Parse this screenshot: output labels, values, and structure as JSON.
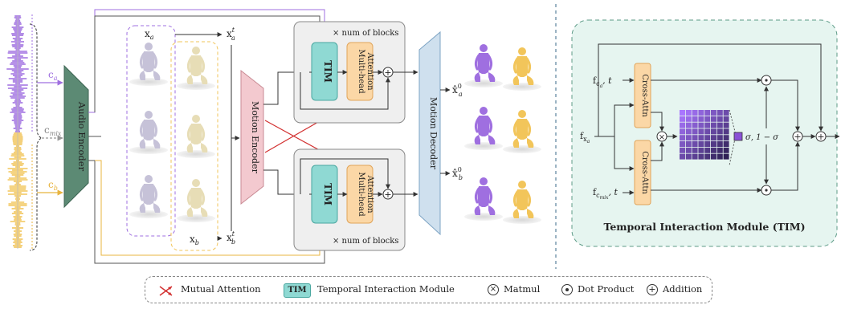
{
  "inputs": {
    "ca": "c",
    "ca_sub": "a",
    "cmix": "c",
    "cmix_sub": "mix",
    "cb": "c",
    "cb_sub": "b"
  },
  "audio_encoder": "Audio Encoder",
  "xa": "x",
  "xa_sub": "a",
  "xb": "x",
  "xb_sub": "b",
  "xat": "x",
  "xat_sub": "a",
  "xat_sup": "t",
  "xbt": "x",
  "xbt_sub": "b",
  "xbt_sup": "t",
  "motion_encoder": "Motion Encoder",
  "motion_decoder": "Motion Decoder",
  "num_blocks_top": "× num of blocks",
  "num_blocks_bottom": "× num of blocks",
  "tim_short": "TIM",
  "mha_line1": "Multi-head",
  "mha_line2": "Attention",
  "xa0": "x̂",
  "xa0_sub": "a",
  "xa0_sup": "0",
  "xb0": "x̂",
  "xb0_sub": "b",
  "xb0_sup": "0",
  "tim_panel": {
    "title": "Temporal  Interaction Module (TIM)",
    "fca": "f",
    "fca_sub": "c",
    "fca_subsub": "a",
    "fca_t": ", t",
    "fx": "f",
    "fx_sub": "x",
    "fx_subsub": "a",
    "fcmix": "f",
    "fcmix_sub": "c",
    "fcmix_subsub": "mix",
    "fcmix_t": ", t",
    "cross_attn_top": "Cross-Attn",
    "cross_attn_bottom": "Cross-Attn",
    "sigma_label": "σ, 1 − σ"
  },
  "legend": {
    "mutual": "Mutual Attention",
    "tim_badge": "TIM",
    "tim": "Temporal  Interaction Module",
    "matmul": "Matmul",
    "dot": "Dot Product",
    "add": "Addition"
  },
  "colors": {
    "purple": "#9f6fe0",
    "yellow": "#f2c55a",
    "teal": "#8fd9d3",
    "orange": "#fbd7a6",
    "encoder_green": "#5c8a74",
    "motion_encoder_pink": "#f3c9cf",
    "decoder_blue": "#cfe0ee",
    "panel_mint": "#e6f5f0",
    "red": "#d23030"
  },
  "icons": [
    "waveform-icon",
    "person-figure-icon",
    "matmul-icon",
    "dot-product-icon",
    "addition-icon",
    "mutual-attention-icon"
  ]
}
